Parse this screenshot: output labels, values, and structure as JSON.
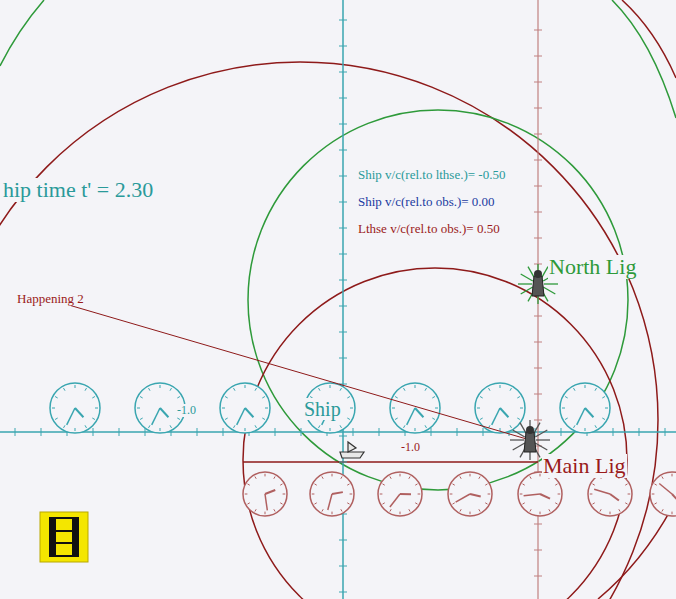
{
  "diagram": {
    "labels": [
      "hip time t' =  2.30",
      "Ship v/c(rel.to lthse.)= -0.50",
      "Ship  v/c(rel.to obs.)= 0.00",
      "Lthse v/c(rel.to obs.)= 0.50",
      "North Lig",
      "Happening 2",
      "Ship",
      "-1.0",
      "-1.0",
      "Main Lig"
    ]
  }
}
